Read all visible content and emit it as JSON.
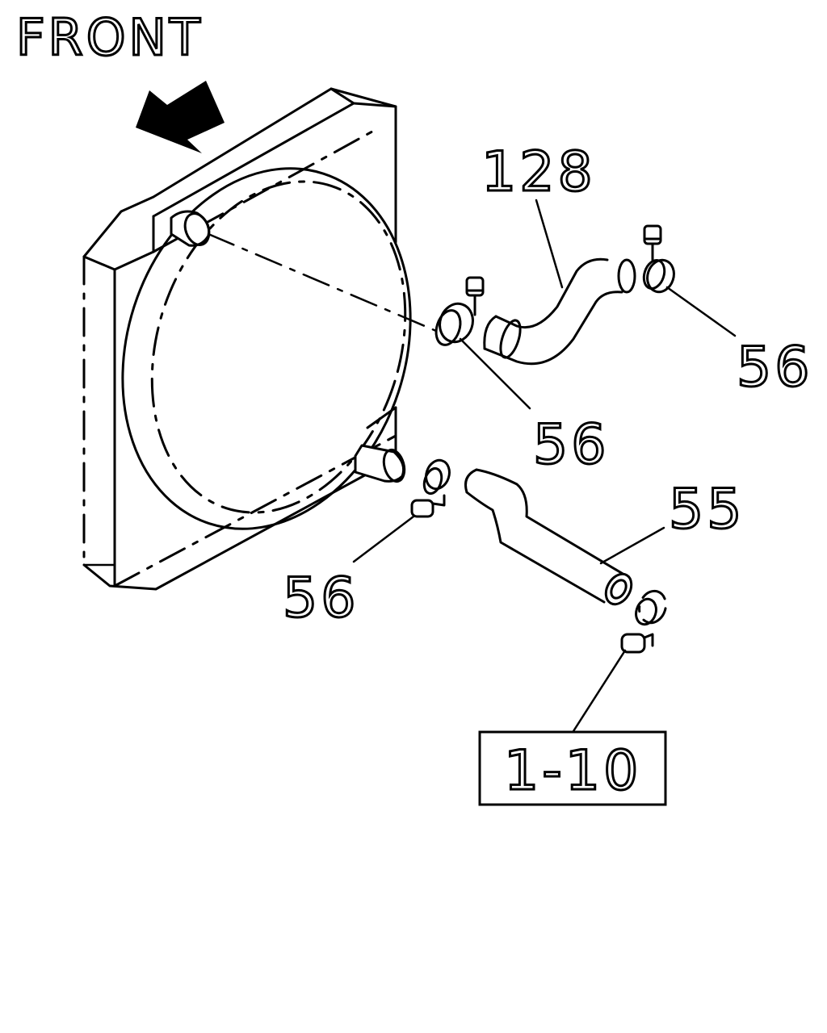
{
  "diagram": {
    "heading": "FRONT",
    "callouts": {
      "upper_hose": "128",
      "upper_clamp_right": "56",
      "upper_clamp_left": "56",
      "lower_hose": "55",
      "lower_clamp": "56",
      "reference": "1-10"
    },
    "colors": {
      "line": "#000000",
      "background": "#ffffff"
    }
  }
}
